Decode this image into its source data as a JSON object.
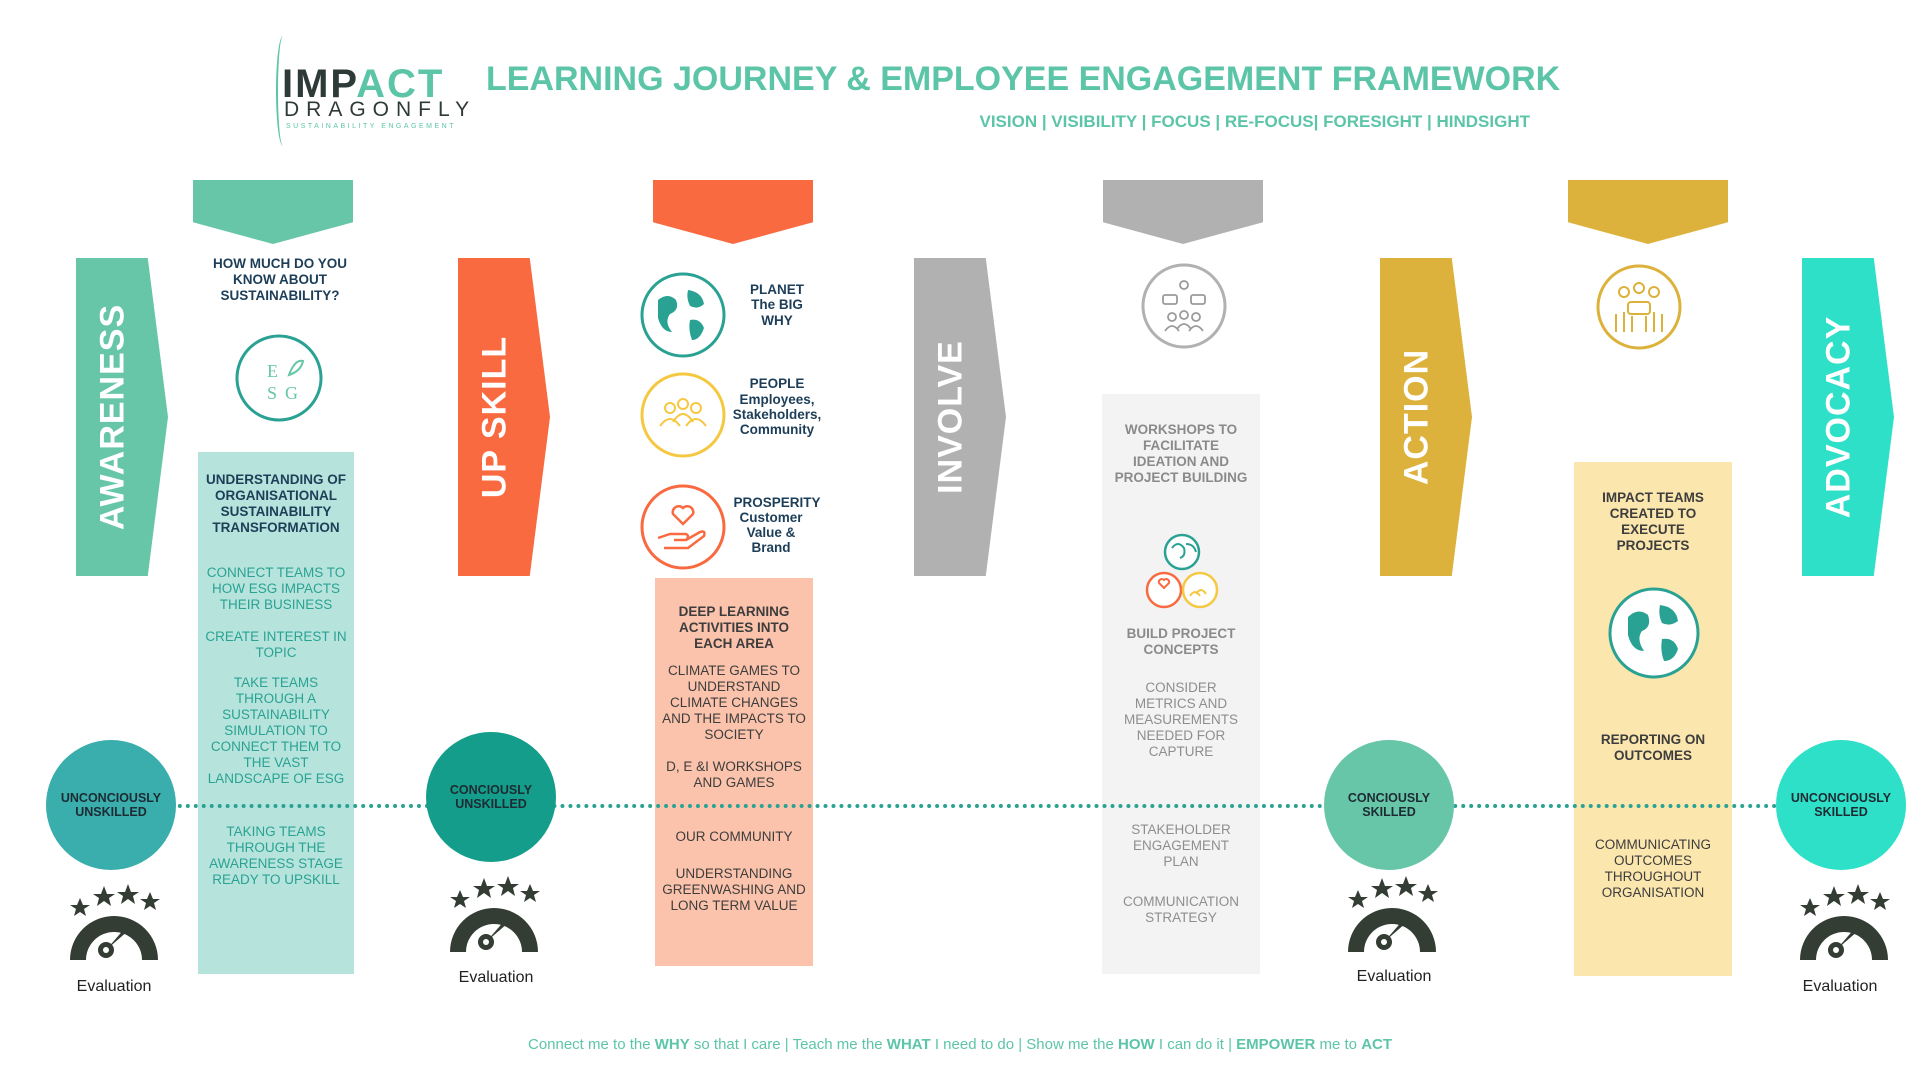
{
  "colors": {
    "teal": "#67c6a8",
    "orange": "#f96a40",
    "grey": "#b1b1b1",
    "gold": "#dcb23c",
    "aqua": "#2fe0c8",
    "navy": "#1d3e58"
  },
  "logo": {
    "main_prefix": "IMP",
    "main_accent": "ACT",
    "sub": "DRAGONFLY",
    "tagline": "SUSTAINABILITY ENGAGEMENT"
  },
  "header": {
    "title": "LEARNING JOURNEY & EMPLOYEE ENGAGEMENT FRAMEWORK",
    "subtitle": "VISION | VISIBILITY | FOCUS | RE-FOCUS| FORESIGHT | HINDSIGHT"
  },
  "stages": [
    "AWARENESS",
    "UP SKILL",
    "INVOLVE",
    "ACTION",
    "ADVOCACY"
  ],
  "awareness_panel": {
    "question": "HOW MUCH DO YOU KNOW ABOUT SUSTAINABILITY?",
    "heading": "UNDERSTANDING OF ORGANISATIONAL SUSTAINABILITY TRANSFORMATION",
    "items": [
      "CONNECT TEAMS TO HOW ESG IMPACTS THEIR BUSINESS",
      "CREATE INTEREST IN TOPIC",
      "TAKE TEAMS THROUGH A SUSTAINABILITY SIMULATION TO CONNECT THEM TO THE VAST LANDSCAPE OF ESG",
      "TAKING TEAMS THROUGH THE AWARENESS STAGE READY TO UPSKILL"
    ]
  },
  "upskill_panel": {
    "planet": "PLANET",
    "planet_sub": "The BIG WHY",
    "people": "PEOPLE",
    "people_sub": "Employees, Stakeholders, Community",
    "prosperity": "PROSPERITY",
    "prosperity_sub": "Customer Value & Brand",
    "heading": "DEEP LEARNING ACTIVITIES INTO EACH AREA",
    "items": [
      "CLIMATE GAMES TO UNDERSTAND CLIMATE CHANGES AND THE IMPACTS TO SOCIETY",
      "D, E &I WORKSHOPS AND GAMES",
      "OUR COMMUNITY",
      "UNDERSTANDING GREENWASHING AND LONG TERM VALUE"
    ]
  },
  "involve_panel": {
    "heading": "WORKSHOPS TO FACILITATE IDEATION AND PROJECT BUILDING",
    "heading2": "BUILD PROJECT CONCEPTS",
    "items": [
      "CONSIDER METRICS AND MEASUREMENTS NEEDED FOR CAPTURE",
      "STAKEHOLDER ENGAGEMENT PLAN",
      "COMMUNICATION STRATEGY"
    ]
  },
  "action_panel": {
    "heading": "IMPACT TEAMS CREATED TO EXECUTE PROJECTS",
    "heading2": "REPORTING ON OUTCOMES",
    "items": [
      "COMMUNICATING OUTCOMES THROUGHOUT ORGANISATION"
    ]
  },
  "milestones": [
    "UNCONCIOUSLY UNSKILLED",
    "CONCIOUSLY UNSKILLED",
    "CONCIOUSLY SKILLED",
    "UNCONCIOUSLY SKILLED"
  ],
  "evaluation_label": "Evaluation",
  "footer": {
    "p1": "Connect me to the ",
    "w1": "WHY",
    "p2": " so that I care |  Teach me the ",
    "w2": "WHAT",
    "p3": " I need to do | Show me the ",
    "w3": "HOW",
    "p4": " I can do it | ",
    "w4": "EMPOWER",
    "p5": " me to ",
    "w5": "ACT"
  }
}
